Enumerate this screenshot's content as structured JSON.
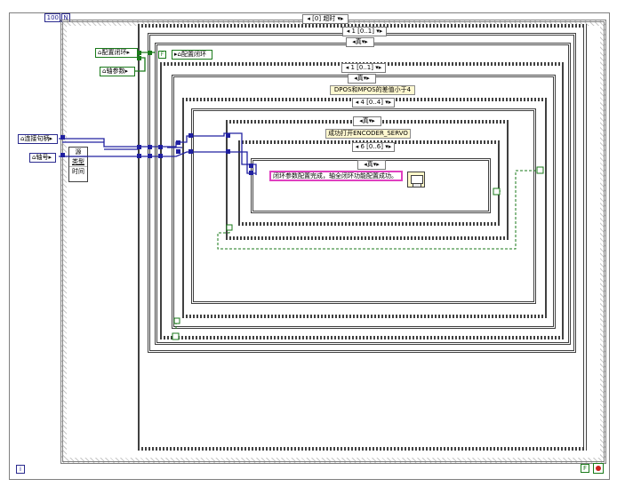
{
  "loop": {
    "iteration_count": "100",
    "count_terminal": "N",
    "index_terminal": "i"
  },
  "controls": {
    "config_closed_loop": "配置闭环",
    "axis_params": "轴参数",
    "connect_handle": "连接句柄",
    "axis_number": "轴号",
    "inner_config_closed_loop": "配置闭环",
    "inner_false_const": "F"
  },
  "error_cluster_unbundle": {
    "items": [
      "源",
      "类型",
      "时间"
    ]
  },
  "structures": {
    "sequence_top": "[0] 超时",
    "case_1": "1 [0..1]",
    "case_true_1": "真",
    "case_2": "1 [0..1]",
    "case_true_2": "真",
    "string_dpos": "DPOS和MPOS的差值小于4",
    "case_3": "4 [0..4]",
    "case_true_3": "真",
    "string_encoder": "成功打开ENCODER_SERVO",
    "case_4": "6 [0..6]",
    "case_true_4": "真",
    "message_text": "闭环参数配置完成，轴全闭环功能配置成功。"
  },
  "colors": {
    "wire_int": "#2020a0",
    "wire_bool": "#1a7a1a",
    "string_pink": "#e040c0",
    "stop_red": "#cc2020"
  },
  "icons": {
    "dialog": "one-button-dialog-icon",
    "stop": "stop-terminal-icon",
    "index": "loop-index-icon"
  }
}
